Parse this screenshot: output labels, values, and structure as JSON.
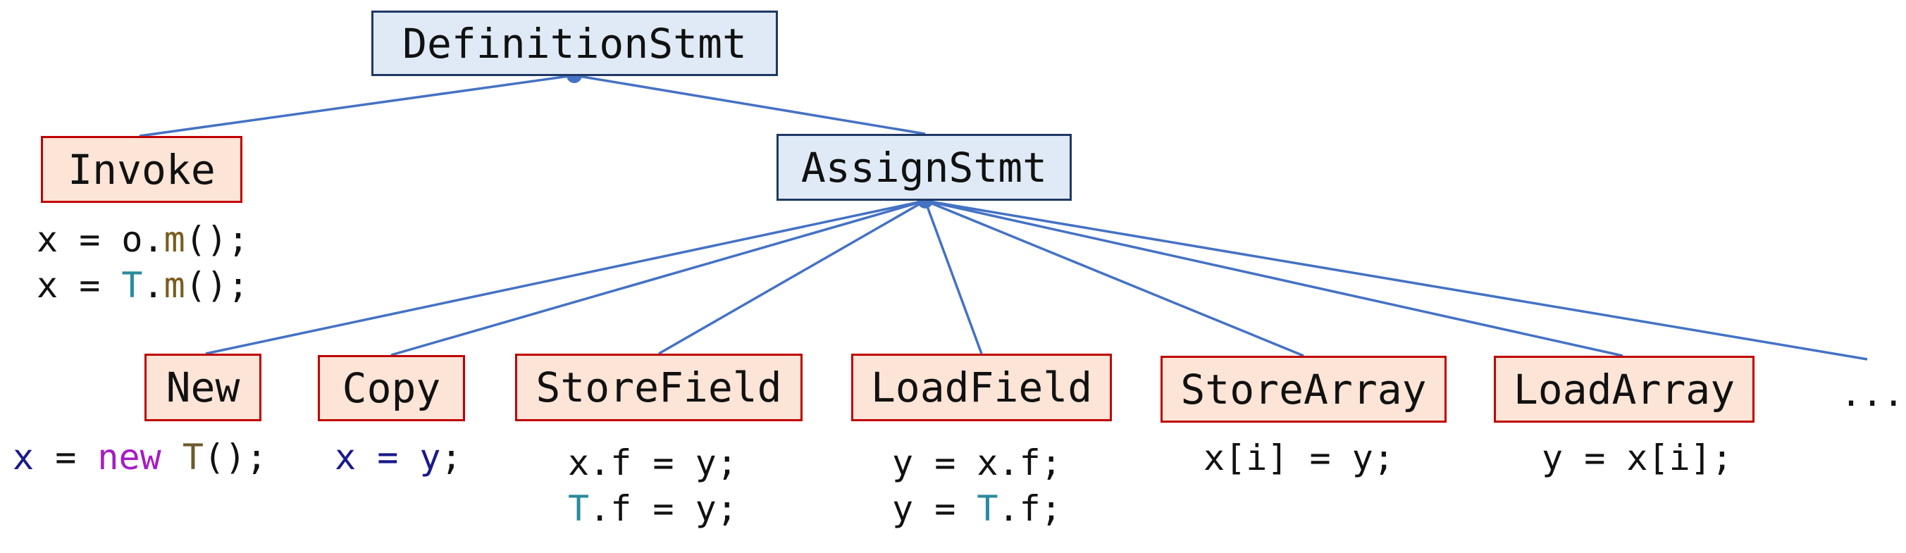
{
  "colors": {
    "edge": "#4472c4",
    "stmt_fill": "#dfeaf6",
    "stmt_border": "#1f3864",
    "leaf_fill": "#fce4d6",
    "leaf_border": "#c00000",
    "keyword": "#a61cc4",
    "type": "#2a8a9c",
    "method": "#7a5c1e",
    "variable": "#1a1a8c"
  },
  "nodes": {
    "definition": "DefinitionStmt",
    "invoke": "Invoke",
    "assign": "AssignStmt",
    "new": "New",
    "copy": "Copy",
    "storefield": "StoreField",
    "loadfield": "LoadField",
    "storearray": "StoreArray",
    "loadarray": "LoadArray",
    "ellipsis": "..."
  },
  "code": {
    "invoke": [
      [
        [
          "x = o.",
          "plain"
        ],
        [
          "m",
          "meth"
        ],
        [
          "();",
          "plain"
        ]
      ],
      [
        [
          "x = ",
          "plain"
        ],
        [
          "T",
          "type"
        ],
        [
          ".",
          "plain"
        ],
        [
          "m",
          "meth"
        ],
        [
          "();",
          "plain"
        ]
      ]
    ],
    "new": [
      [
        [
          "x",
          "var"
        ],
        [
          " = ",
          "plain"
        ],
        [
          "new",
          "kw"
        ],
        [
          " ",
          "plain"
        ],
        [
          "T",
          "cls"
        ],
        [
          "();",
          "plain"
        ]
      ]
    ],
    "copy": [
      [
        [
          "x = y",
          "var"
        ],
        [
          ";",
          "plain"
        ]
      ]
    ],
    "storefield": [
      [
        [
          "x.f = y;",
          "plain"
        ]
      ],
      [
        [
          "T",
          "type"
        ],
        [
          ".f = y;",
          "plain"
        ]
      ]
    ],
    "loadfield": [
      [
        [
          "y = x.f;",
          "plain"
        ]
      ],
      [
        [
          "y = ",
          "plain"
        ],
        [
          "T",
          "type"
        ],
        [
          ".f;",
          "plain"
        ]
      ]
    ],
    "storearray": [
      [
        [
          "x[i] = y;",
          "plain"
        ]
      ]
    ],
    "loadarray": [
      [
        [
          "y = x[i];",
          "plain"
        ]
      ]
    ]
  }
}
